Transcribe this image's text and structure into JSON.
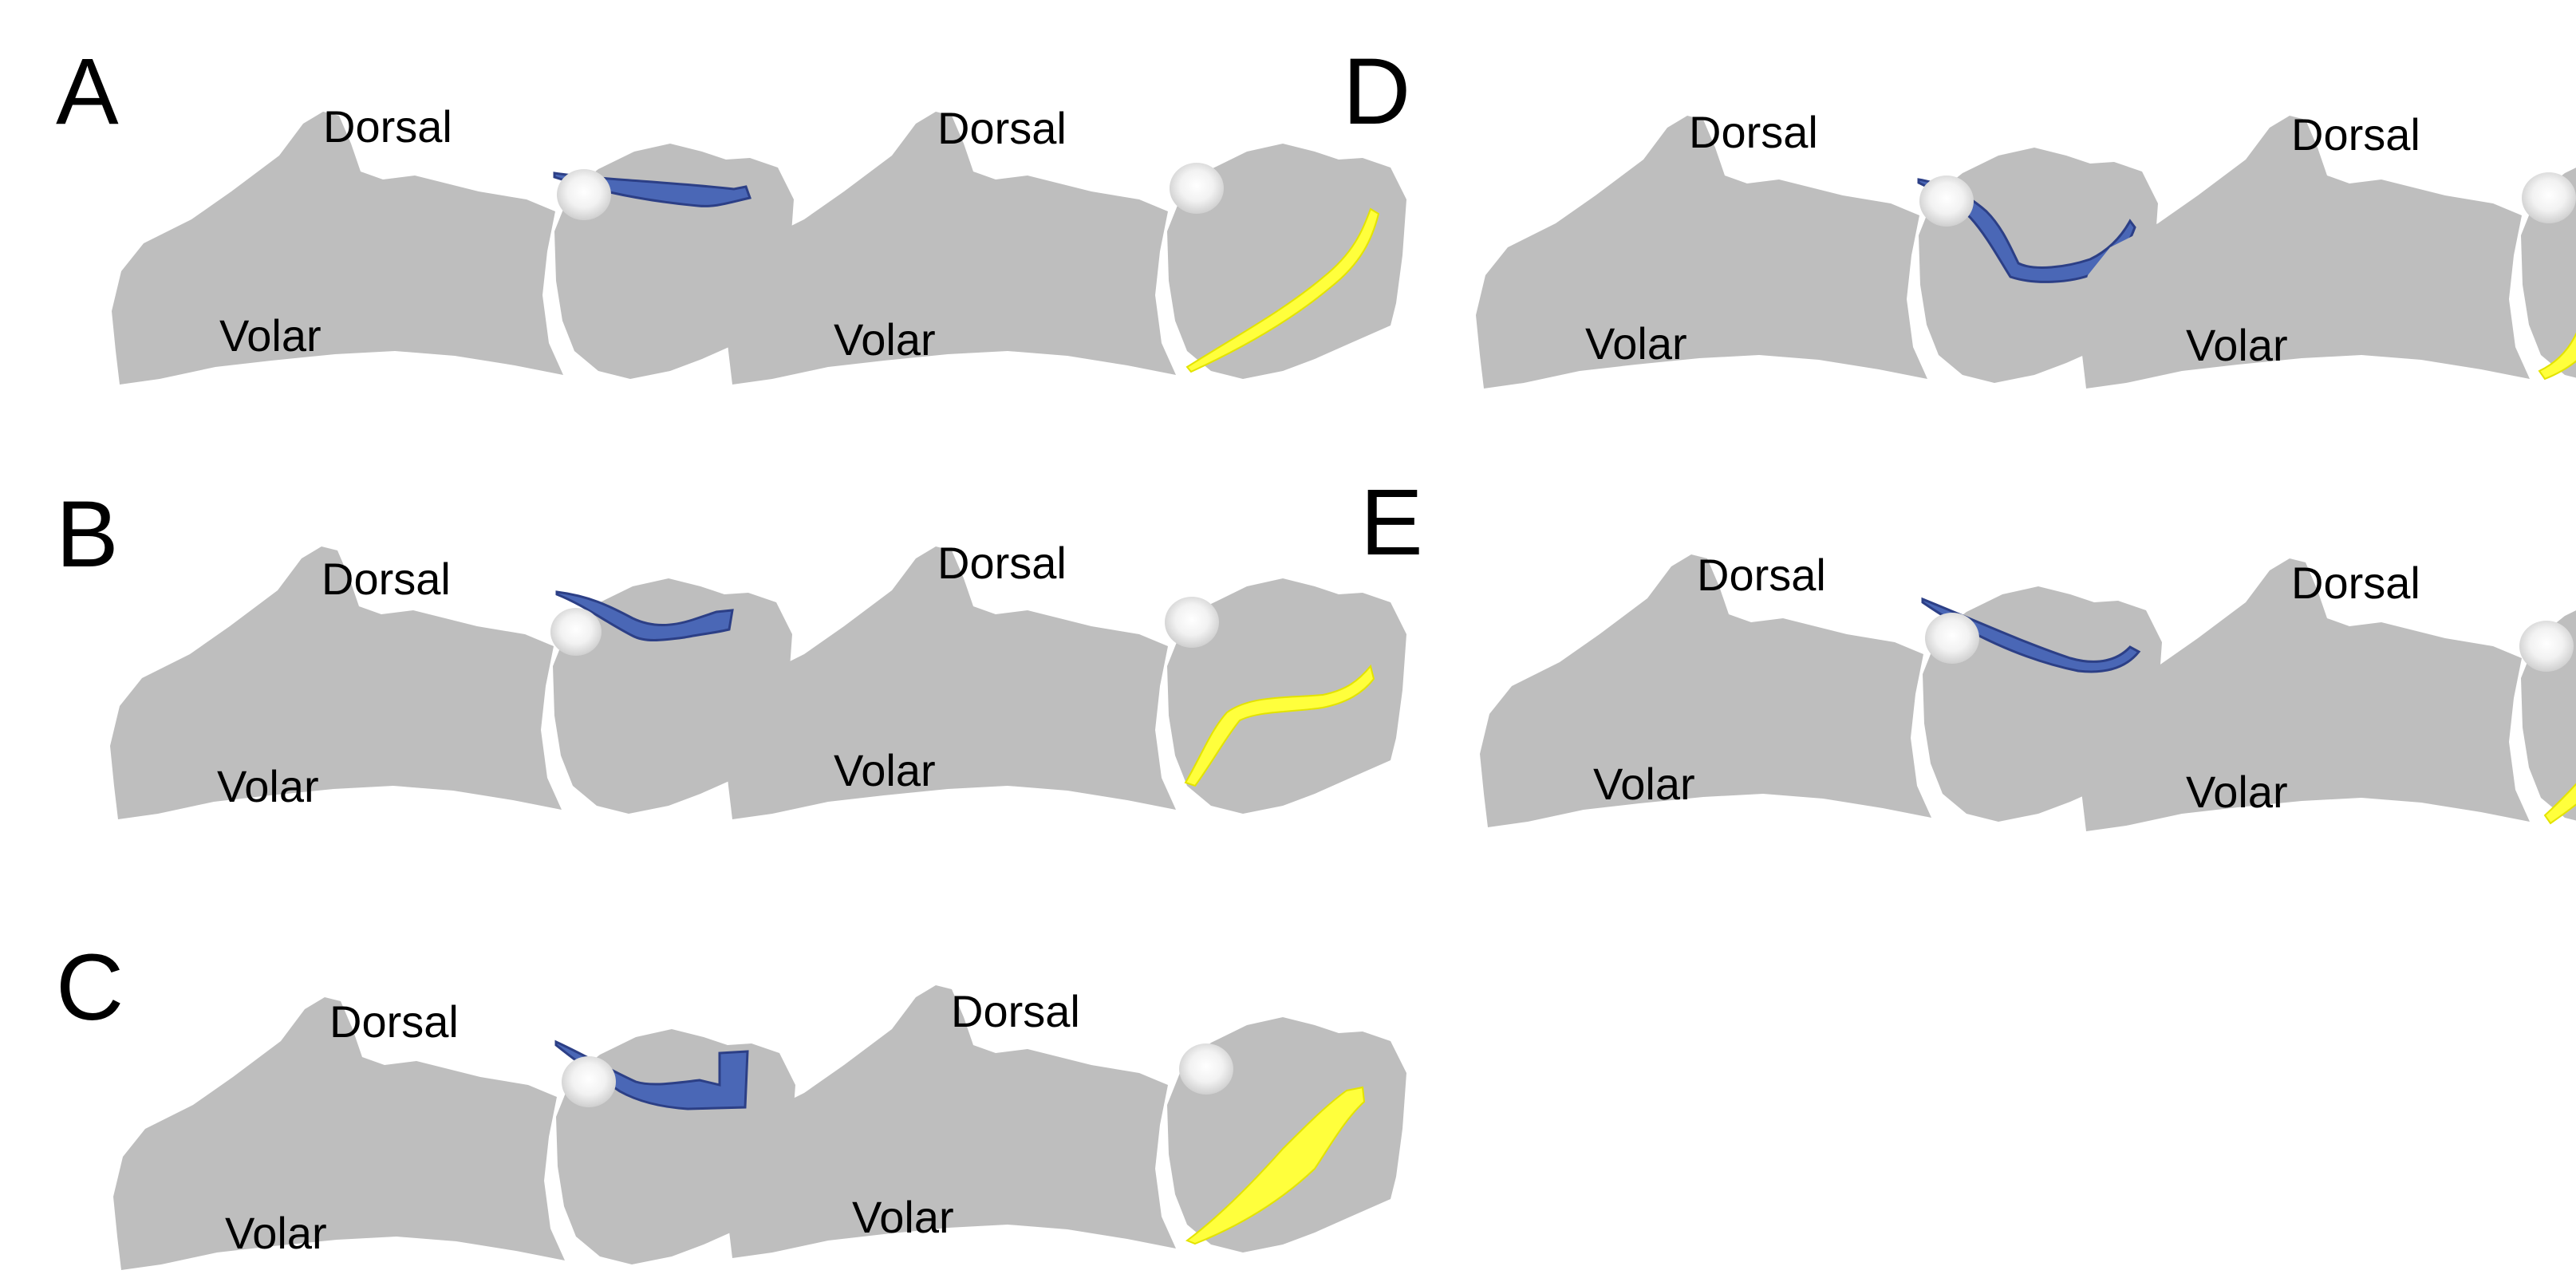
{
  "labels": {
    "dorsal": "Dorsal",
    "volar": "Volar"
  },
  "colors": {
    "bone": "#bebebe",
    "blue_fill": "#4a67b6",
    "blue_stroke": "#2c3f86",
    "yellow_fill": "#ffff3c",
    "yellow_stroke": "#e3e300"
  },
  "panels": [
    {
      "letter": "A"
    },
    {
      "letter": "B"
    },
    {
      "letter": "C"
    },
    {
      "letter": "D"
    },
    {
      "letter": "E"
    }
  ]
}
